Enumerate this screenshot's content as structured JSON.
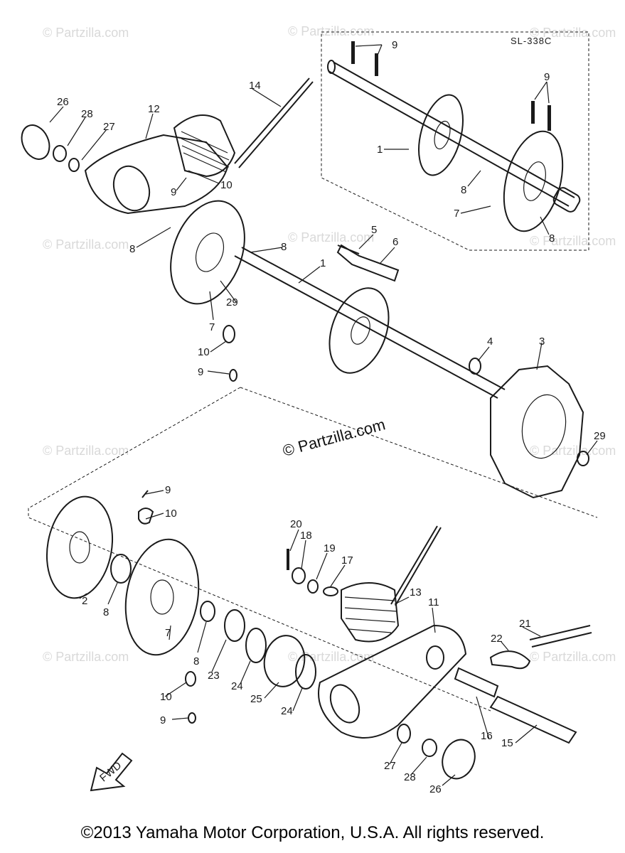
{
  "diagram": {
    "code": "SL-338C",
    "labels": [
      "1",
      "2",
      "3",
      "4",
      "5",
      "6",
      "7",
      "8",
      "9",
      "10",
      "11",
      "12",
      "13",
      "14",
      "15",
      "16",
      "17",
      "18",
      "19",
      "20",
      "21",
      "22",
      "23",
      "24",
      "25",
      "26",
      "27",
      "28",
      "29"
    ],
    "fwd_label": "FWD",
    "watermark": "© Partzilla.com",
    "watermark_main": "© Partzilla.com"
  },
  "footer": {
    "copyright": "©2013 Yamaha Motor Corporation, U.S.A. All rights reserved."
  }
}
